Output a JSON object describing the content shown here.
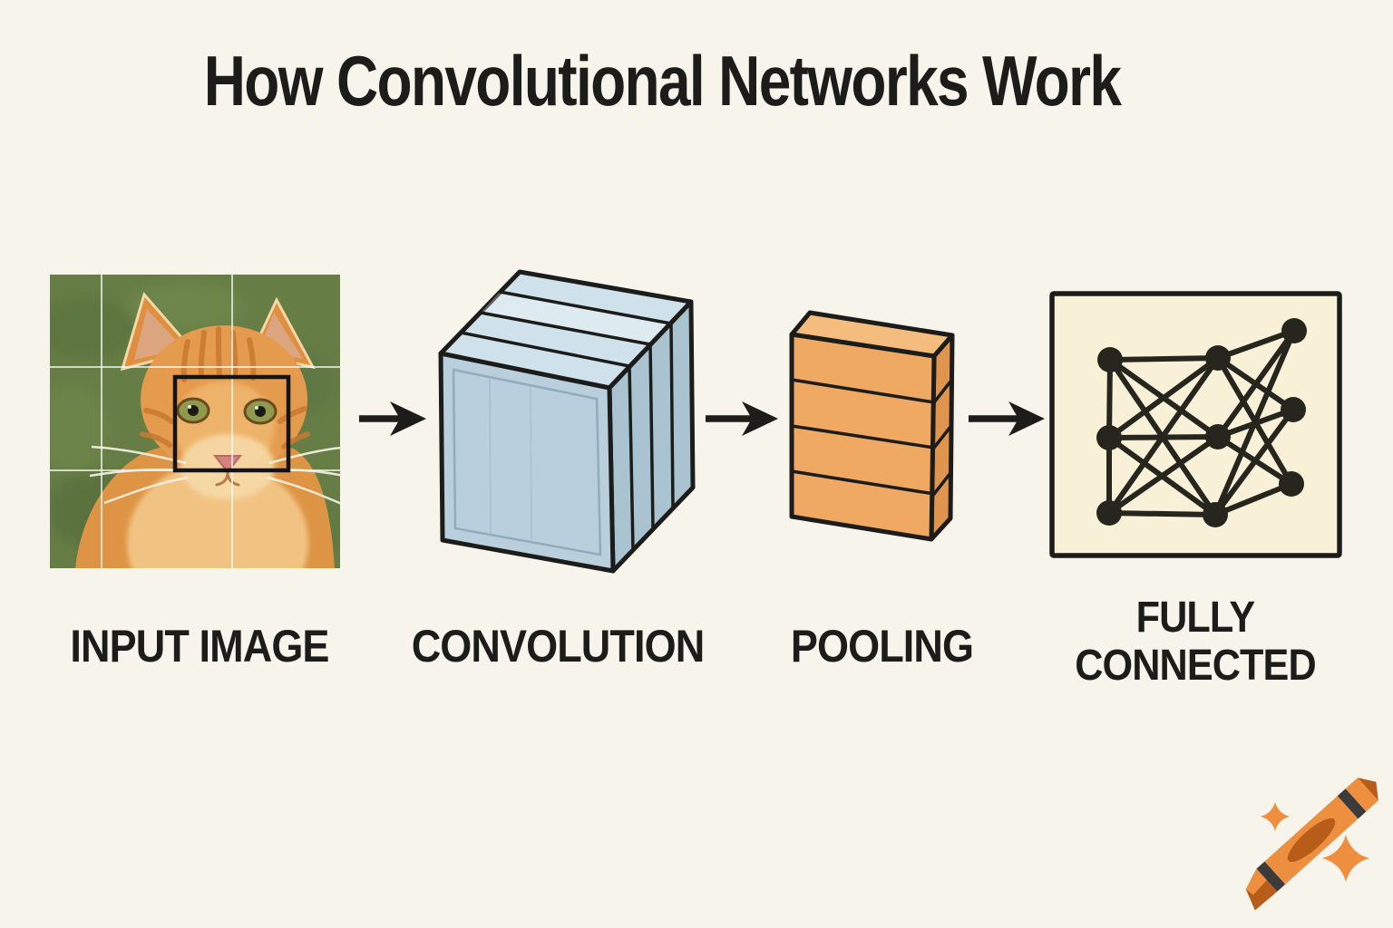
{
  "title": "How Convolutional Networks Work",
  "stages": [
    {
      "id": "input-image",
      "label": "INPUT IMAGE"
    },
    {
      "id": "convolution",
      "label": "CONVOLUTION"
    },
    {
      "id": "pooling",
      "label": "POOLING"
    },
    {
      "id": "fully-connected",
      "label": "FULLY CONNECTED"
    }
  ],
  "figures": {
    "input_image": "photo of an orange tabby cat on green grass with a 3x3 white grid overlay and a black receptive-field box around the eyes",
    "convolution": "stack of four blue 3D feature-map slabs",
    "pooling": "stack of four orange 3D pooled blocks",
    "fully_connected": "panel with three layers of three dark nodes, fully connected by lines"
  },
  "icons": {
    "arrow": "right-arrow-icon",
    "crayon": "crayon-icon",
    "sparkle": "sparkle-icon"
  },
  "colors": {
    "background": "#f7f4ec",
    "ink": "#1c1c1a",
    "convolution_front": "#b9cfdb",
    "convolution_top": "#cfe1ea",
    "convolution_side": "#a9c3d1",
    "pooling_front": "#f0a963",
    "pooling_top": "#f5bd7d",
    "pooling_side": "#e0954e",
    "panel_fill": "#f8f1d8",
    "node_ink": "#26261f",
    "grass_green": "#667d45",
    "cat_orange": "#e59b4d",
    "cat_cream": "#f3c687",
    "crayon_orange": "#ee8f40",
    "crayon_dark": "#b85c1a"
  }
}
